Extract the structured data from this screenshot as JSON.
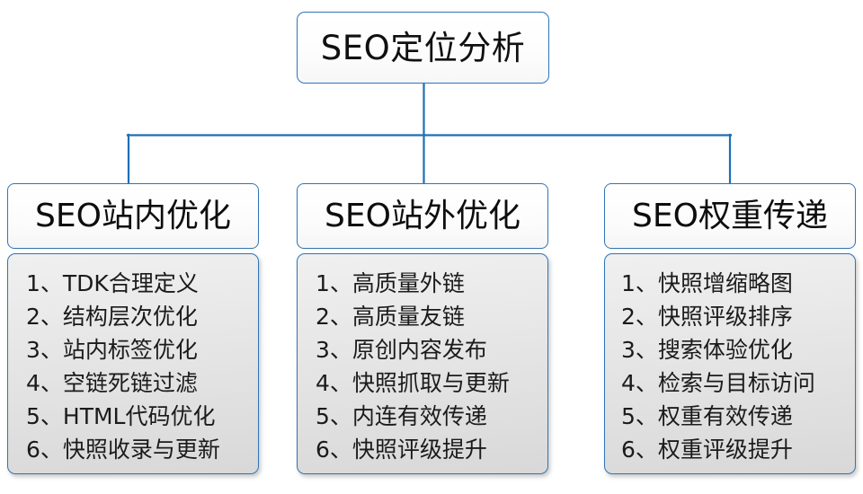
{
  "diagram": {
    "type": "tree-org-chart",
    "root": {
      "title": "SEO定位分析"
    },
    "connector_color": "#2E75B6",
    "border_color": "#2E75B6",
    "branches": [
      {
        "id": "on-site",
        "title": "SEO站内优化",
        "items": [
          {
            "index": "1、",
            "label": "TDK合理定义"
          },
          {
            "index": "2、",
            "label": "结构层次优化"
          },
          {
            "index": "3、",
            "label": "站内标签优化"
          },
          {
            "index": "4、",
            "label": "空链死链过滤"
          },
          {
            "index": "5、",
            "label": "HTML代码优化"
          },
          {
            "index": "6、",
            "label": "快照收录与更新"
          }
        ]
      },
      {
        "id": "off-site",
        "title": "SEO站外优化",
        "items": [
          {
            "index": "1、",
            "label": "高质量外链"
          },
          {
            "index": "2、",
            "label": "高质量友链"
          },
          {
            "index": "3、",
            "label": "原创内容发布"
          },
          {
            "index": "4、",
            "label": "快照抓取与更新"
          },
          {
            "index": "5、",
            "label": "内连有效传递"
          },
          {
            "index": "6、",
            "label": "快照评级提升"
          }
        ]
      },
      {
        "id": "weight-transfer",
        "title": "SEO权重传递",
        "items": [
          {
            "index": "1、",
            "label": "快照增缩略图"
          },
          {
            "index": "2、",
            "label": "快照评级排序"
          },
          {
            "index": "3、",
            "label": "搜索体验优化"
          },
          {
            "index": "4、",
            "label": "检索与目标访问"
          },
          {
            "index": "5、",
            "label": "权重有效传递"
          },
          {
            "index": "6、",
            "label": "权重评级提升"
          }
        ]
      }
    ]
  }
}
